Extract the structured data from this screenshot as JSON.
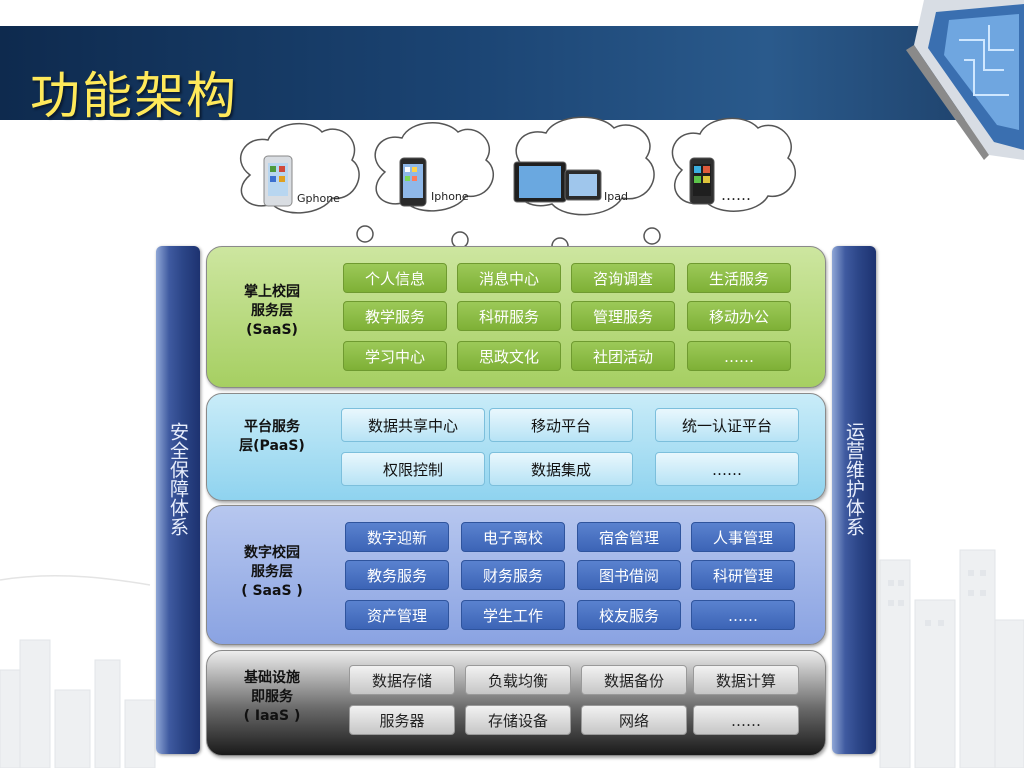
{
  "title": "功能架构",
  "devices": [
    {
      "label": "Gphone",
      "icon": "android-phone-icon"
    },
    {
      "label": "Iphone",
      "icon": "iphone-icon"
    },
    {
      "label": "Ipad",
      "icon": "ipad-icon"
    },
    {
      "label": "……",
      "icon": "windows-phone-icon"
    }
  ],
  "left_pillar": "安全保障体系",
  "right_pillar": "运营维护体系",
  "layers": [
    {
      "name": "掌上校园\n服务层\n(SaaS)",
      "items": [
        "个人信息",
        "消息中心",
        "咨询调查",
        "生活服务",
        "教学服务",
        "科研服务",
        "管理服务",
        "移动办公",
        "学习中心",
        "思政文化",
        "社团活动",
        "……"
      ]
    },
    {
      "name": "平台服务\n层(PaaS)",
      "items": [
        "数据共享中心",
        "移动平台",
        "统一认证平台",
        "权限控制",
        "数据集成",
        "……"
      ]
    },
    {
      "name": "数字校园\n服务层\n( SaaS )",
      "items": [
        "数字迎新",
        "电子离校",
        "宿舍管理",
        "人事管理",
        "教务服务",
        "财务服务",
        "图书借阅",
        "科研管理",
        "资产管理",
        "学生工作",
        "校友服务",
        "……"
      ]
    },
    {
      "name": "基础设施\n即服务\n( IaaS )",
      "items": [
        "数据存储",
        "负载均衡",
        "数据备份",
        "数据计算",
        "服务器",
        "存储设备",
        "网络",
        "……"
      ]
    }
  ],
  "colors": {
    "title": "#ffe95a",
    "header": "#1b4473",
    "saas_green": "#a6cf62",
    "paas_blue": "#8fd3ef",
    "saas_blue": "#8aa3e2",
    "iaas_dark": "#3a3a3a"
  }
}
